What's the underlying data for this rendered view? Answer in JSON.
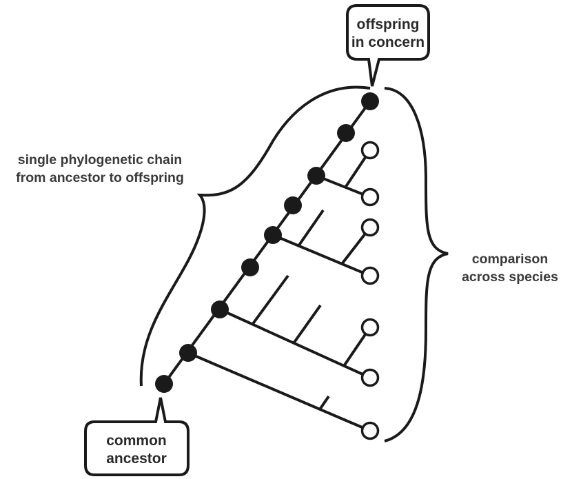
{
  "diagram": {
    "type": "phylogenetic-tree",
    "labels": {
      "top_callout": [
        "offspring",
        "in concern"
      ],
      "bottom_callout": [
        "common",
        "ancestor"
      ],
      "left_brace": [
        "single phylogenetic chain",
        "from ancestor to offspring"
      ],
      "right_brace": [
        "comparison",
        "across species"
      ]
    },
    "chain": {
      "description": "single lineage of filled ancestor nodes from common ancestor to offspring",
      "filled_node_count": 9
    },
    "extant_species": {
      "description": "open circles compared across species",
      "open_node_count": 7
    },
    "colors": {
      "stroke": "#1a1a1a",
      "text": "#3a3a3a",
      "background": "#ffffff"
    }
  }
}
